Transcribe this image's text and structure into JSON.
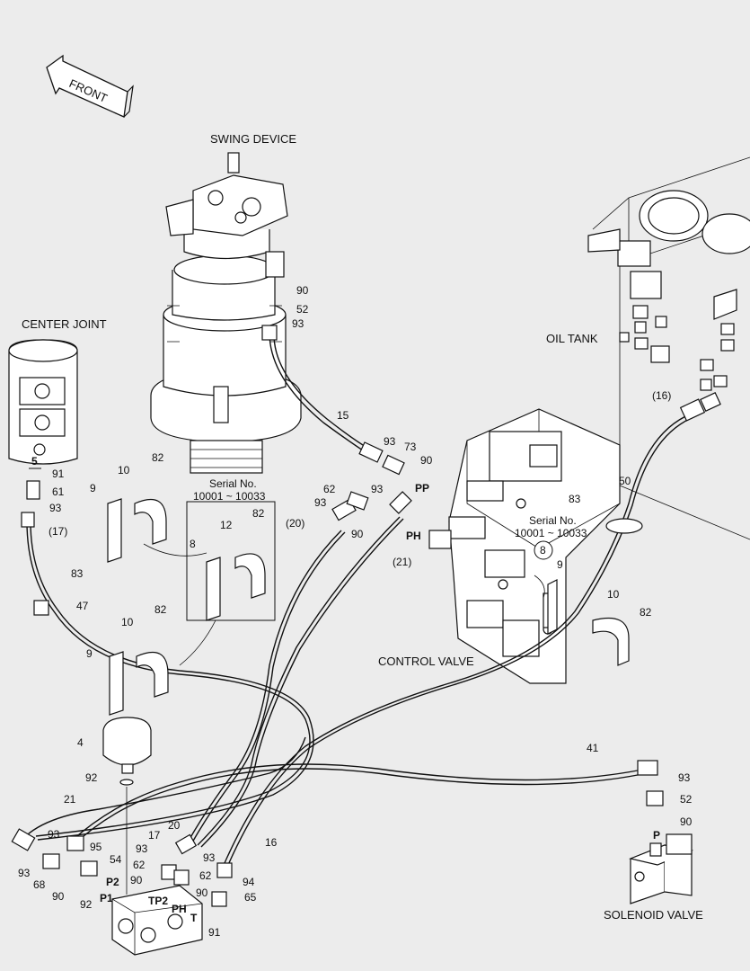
{
  "front_label": "FRONT",
  "titles": {
    "swing_device": "SWING DEVICE",
    "center_joint": "CENTER JOINT",
    "oil_tank": "OIL TANK",
    "control_valve": "CONTROL VALVE",
    "solenoid_valve": "SOLENOID VALVE"
  },
  "serial_label": "Serial No.",
  "serial_range": "10001 ~ 10033",
  "port_labels": [
    "PP",
    "PH",
    "P2",
    "P1",
    "TP2",
    "PH",
    "T",
    "P"
  ],
  "callouts": [
    "90",
    "52",
    "93",
    "15",
    "93",
    "73",
    "90",
    "93",
    "62",
    "93",
    "90",
    "(20)",
    "(21)",
    "82",
    "10",
    "9",
    "12",
    "82",
    "8",
    "82",
    "10",
    "9",
    "91",
    "61",
    "93",
    "(17)",
    "83",
    "47",
    "4",
    "92",
    "21",
    "93",
    "95",
    "54",
    "93",
    "68",
    "90",
    "92",
    "17",
    "93",
    "62",
    "90",
    "20",
    "93",
    "62",
    "90",
    "16",
    "94",
    "65",
    "91",
    "(16)",
    "50",
    "83",
    "9",
    "10",
    "82",
    "41",
    "93",
    "52",
    "90"
  ],
  "circled_callouts": [
    "5",
    "8"
  ]
}
